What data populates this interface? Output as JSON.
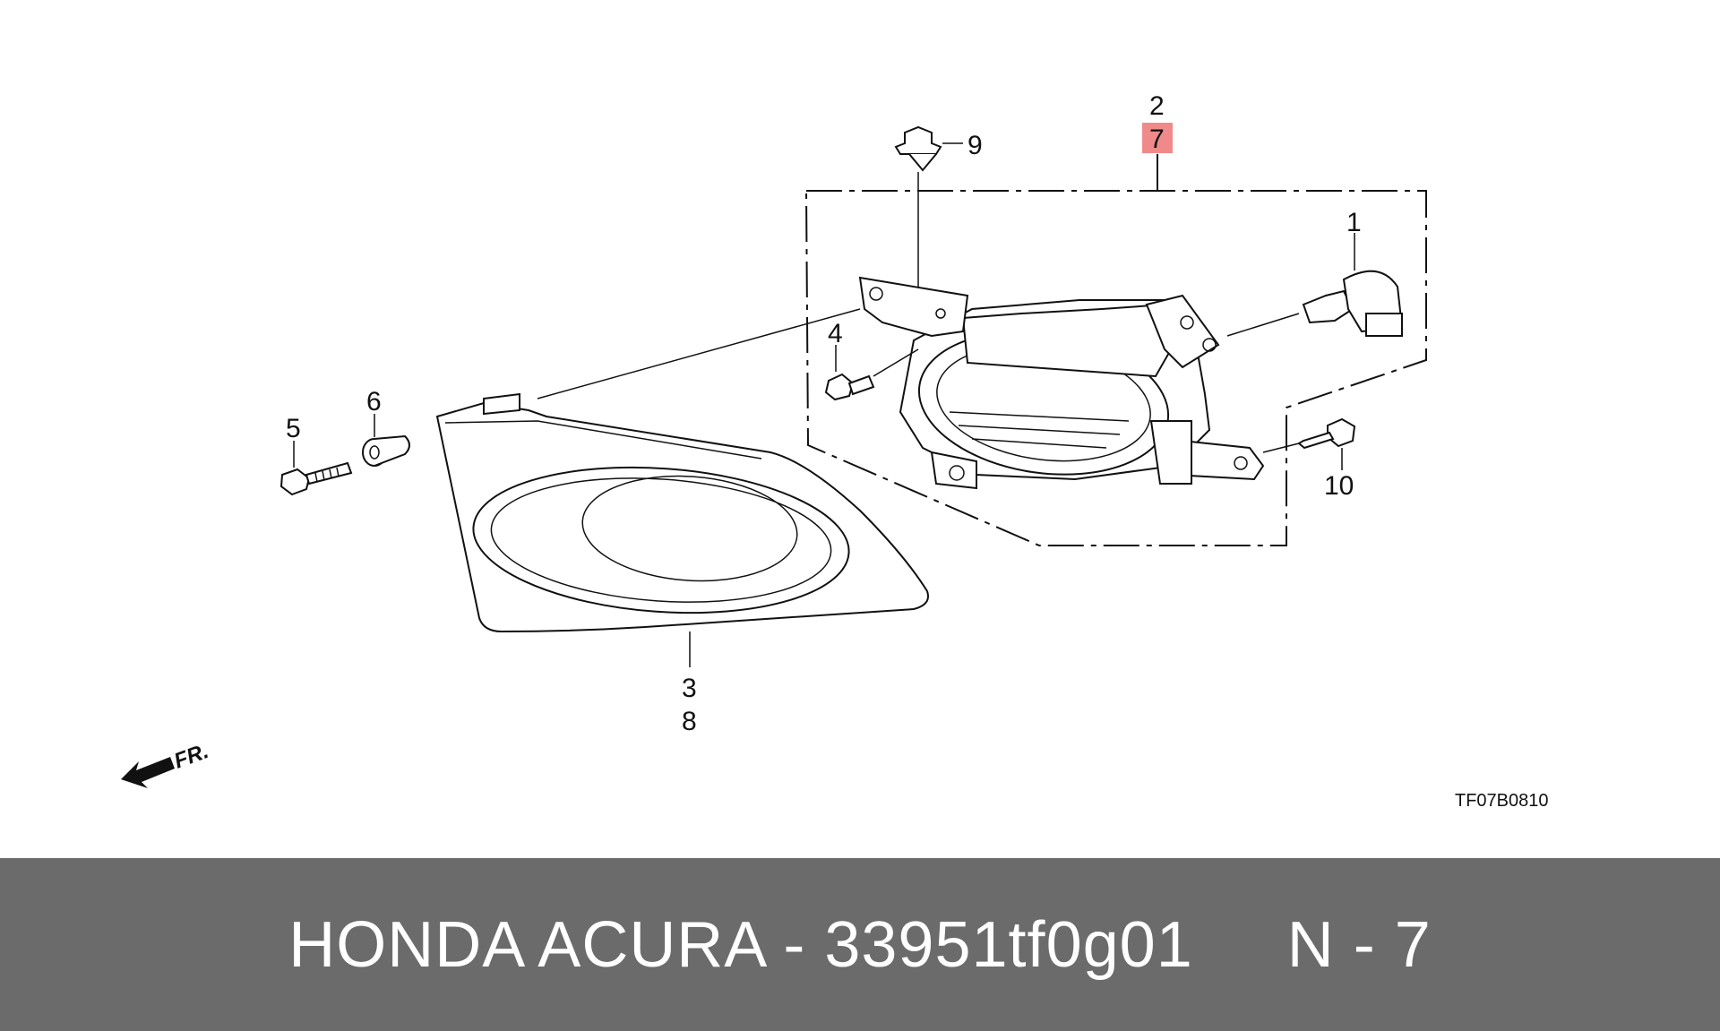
{
  "diagram": {
    "callouts": [
      {
        "id": "c1",
        "label": "1"
      },
      {
        "id": "c2",
        "label": "2"
      },
      {
        "id": "c7top",
        "label": "7",
        "highlight": "#f08a8a"
      },
      {
        "id": "c9",
        "label": "9"
      },
      {
        "id": "c4",
        "label": "4"
      },
      {
        "id": "c5",
        "label": "5"
      },
      {
        "id": "c6",
        "label": "6"
      },
      {
        "id": "c10",
        "label": "10"
      },
      {
        "id": "c3",
        "label": "3"
      },
      {
        "id": "c8",
        "label": "8"
      }
    ],
    "front_arrow_label": "FR.",
    "drawing_code": "TF07B0810"
  },
  "footer": {
    "text": "HONDA ACURA - 33951tf0g01     N - 7",
    "background": "#6b6b6b",
    "color": "#ffffff"
  }
}
